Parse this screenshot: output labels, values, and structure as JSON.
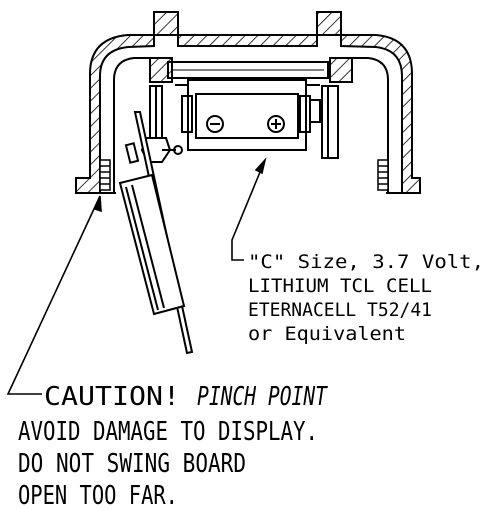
{
  "callouts": {
    "cell_note": {
      "line1": "\"C\" Size, 3.7 Volt,",
      "line2": "LITHIUM TCL CELL",
      "line3": "ETERNACELL T52/41",
      "line4": "or Equivalent"
    },
    "caution_note": {
      "prefix": "CAUTION! ",
      "emphasis": "PINCH POINT",
      "line2": "AVOID DAMAGE TO DISPLAY.",
      "line3": "DO NOT SWING BOARD",
      "line4": "OPEN TOO FAR."
    }
  },
  "terminals": {
    "negative_symbol": "minus",
    "positive_symbol": "plus"
  },
  "colors": {
    "ink": "#000000",
    "paper": "#ffffff"
  }
}
